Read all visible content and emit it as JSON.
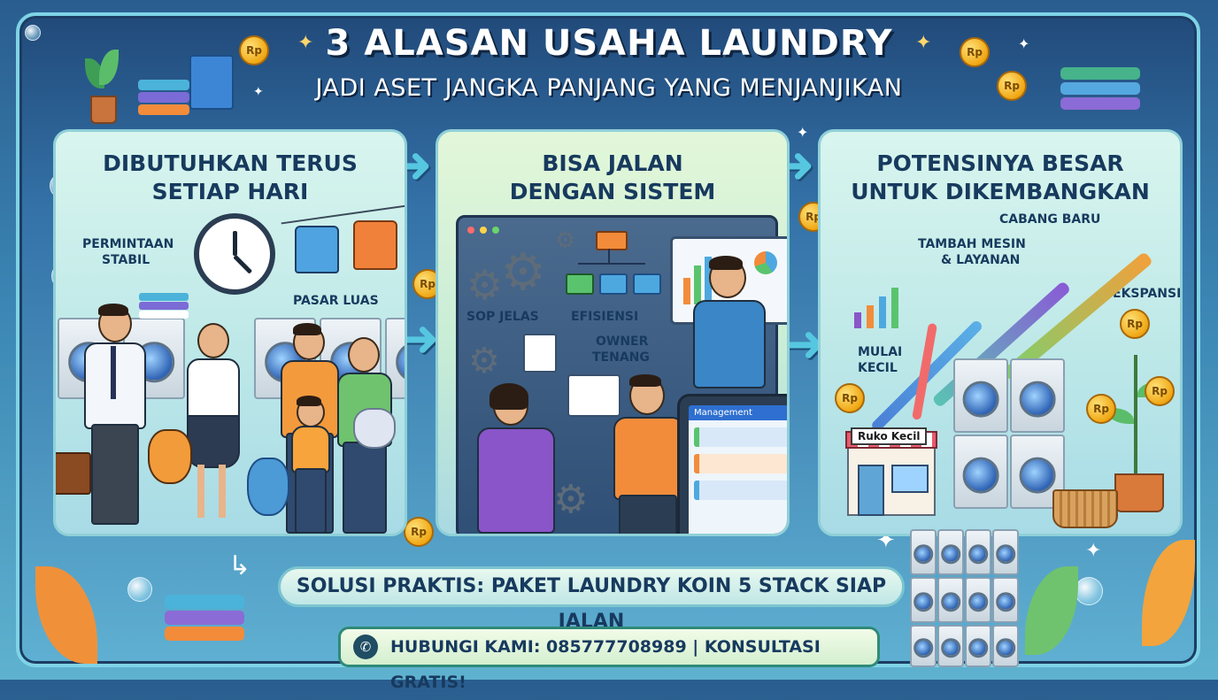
{
  "header": {
    "title": "3 ALASAN USAHA LAUNDRY",
    "subtitle": "JADI ASET JANGKA PANJANG YANG MENJANJIKAN"
  },
  "panels": [
    {
      "title_line1": "DIBUTUHKAN TERUS",
      "title_line2": "SETIAP HARI",
      "labels": {
        "demand_line1": "PERMINTAAN",
        "demand_line2": "STABIL",
        "market": "PASAR LUAS"
      }
    },
    {
      "title_line1": "BISA JALAN",
      "title_line2": "DENGAN SISTEM",
      "labels": {
        "sop": "SOP JELAS",
        "efficiency": "EFISIENSI",
        "owner_line1": "OWNER",
        "owner_line2": "TENANG",
        "tablet": "Management"
      }
    },
    {
      "title_line1": "POTENSINYA BESAR",
      "title_line2": "UNTUK DIKEMBANGKAN",
      "labels": {
        "new_branch": "CABANG BARU",
        "add_line1": "TAMBAH MESIN",
        "add_line2": "& LAYANAN",
        "expansion": "EKSPANSI",
        "start_line1": "MULAI",
        "start_line2": "KECIL",
        "shop": "Ruko Kecil"
      }
    }
  ],
  "coin_label": "Rp",
  "cta": {
    "text": "SOLUSI PRAKTIS: PAKET LAUNDRY KOIN 5 STACK SIAP JALAN"
  },
  "contact": {
    "text": "HUBUNGI KAMI: 085777708989 | KONSULTASI GRATIS!"
  },
  "colors": {
    "panel_title": "#173a5e",
    "arrow": "#56c7e0",
    "coin": "#f0a713",
    "frame": "#7fd3e6"
  },
  "icons": {
    "phone": "phone-icon",
    "clock": "clock-icon",
    "gear": "gear-icon",
    "coin": "coin-icon",
    "arrow": "arrow-right-icon"
  }
}
